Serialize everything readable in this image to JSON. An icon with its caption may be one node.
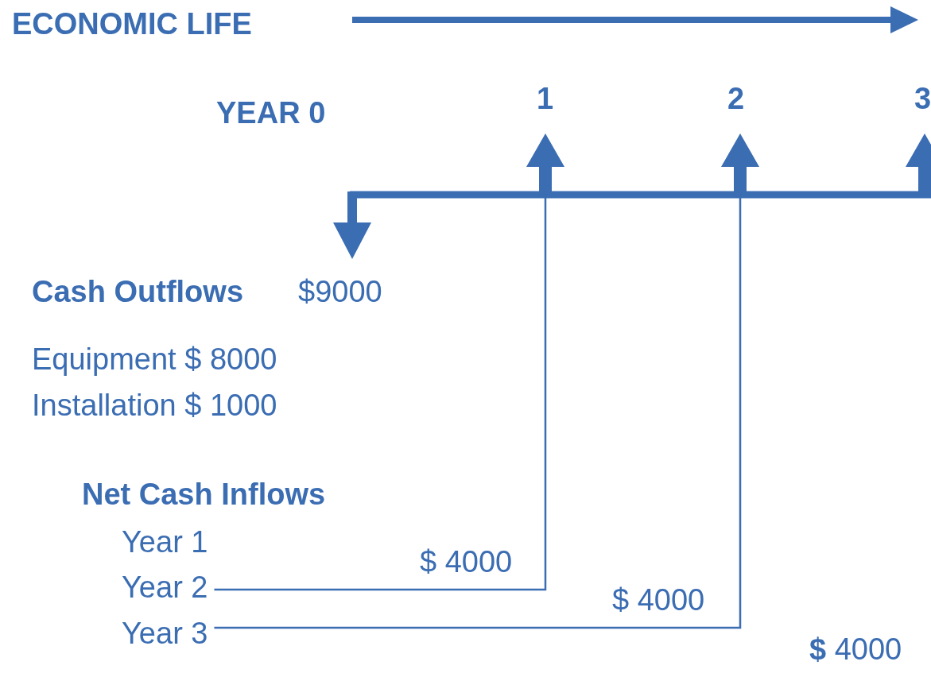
{
  "diagram": {
    "nodes": [
      {
        "text": [
          "Year 2"
        ]
      },
      {
        "text": [
          "Year 3"
        ]
      },
      {
        "text": [],
        "shape": "arrow"
      },
      {
        "text": [],
        "shape": "arrow"
      },
      {
        "text": [],
        "shape": "arrow"
      }
    ],
    "edges": [
      {
        "from": 0,
        "to": 2,
        "arrow": "none",
        "label": "$ 4000"
      },
      {
        "from": 1,
        "to": 3,
        "arrow": "none",
        "label": "$ 4000"
      }
    ],
    "labels": [
      "ECONOMIC LIFE",
      "YEAR 0",
      "1",
      "2",
      "3",
      "Cash Outflows",
      "$9000",
      "Equipment $ 8000",
      "Installation $ 1000",
      "Net Cash Inflows",
      "Year 1",
      "**$** 4000"
    ]
  }
}
